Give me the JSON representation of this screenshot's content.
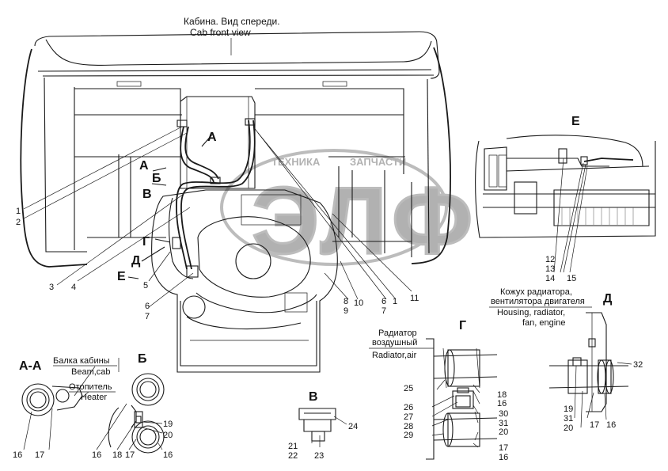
{
  "title": {
    "ru": "Кабина. Вид спереди.",
    "en": "Cab front view"
  },
  "watermark": {
    "logo_text": "ЭЛФ",
    "line1": "ТЕХНИКА",
    "line2": "ЗАПЧАСТИ"
  },
  "main_view": {
    "view_labels": [
      "А",
      "А",
      "Б",
      "В",
      "Г",
      "Д",
      "Е"
    ],
    "callouts_left": [
      "1",
      "2",
      "3",
      "4",
      "5",
      "6",
      "7"
    ],
    "callouts_right": [
      "8",
      "9",
      "10",
      "6",
      "7",
      "1",
      "11"
    ]
  },
  "view_E": {
    "label": "Е",
    "callouts": [
      "12",
      "13",
      "14",
      "15"
    ]
  },
  "view_AA": {
    "label": "А-А",
    "caption_beam_ru": "Балка кабины",
    "caption_beam_en": "Beam,cab",
    "caption_heater_ru": "Отопитель",
    "caption_heater_en": "Heater",
    "callouts": [
      "16",
      "17"
    ]
  },
  "view_B": {
    "label": "Б",
    "callouts": [
      "19",
      "20",
      "16",
      "18",
      "17",
      "16"
    ]
  },
  "view_V": {
    "label": "В",
    "callouts": [
      "24",
      "21",
      "22",
      "23"
    ]
  },
  "view_G": {
    "label": "Г",
    "caption_ru_1": "Радиатор",
    "caption_ru_2": "воздушный",
    "caption_en": "Radiator,air",
    "callouts": [
      "25",
      "18",
      "16",
      "26",
      "27",
      "28",
      "29",
      "30",
      "31",
      "20",
      "17",
      "16"
    ]
  },
  "view_D": {
    "label": "Д",
    "caption_ru_1": "Кожух радиатора,",
    "caption_ru_2": "вентилятора двигателя",
    "caption_en_1": "Housing, radiator,",
    "caption_en_2": "fan, engine",
    "callouts": [
      "32",
      "19",
      "31",
      "20",
      "17",
      "16"
    ]
  }
}
